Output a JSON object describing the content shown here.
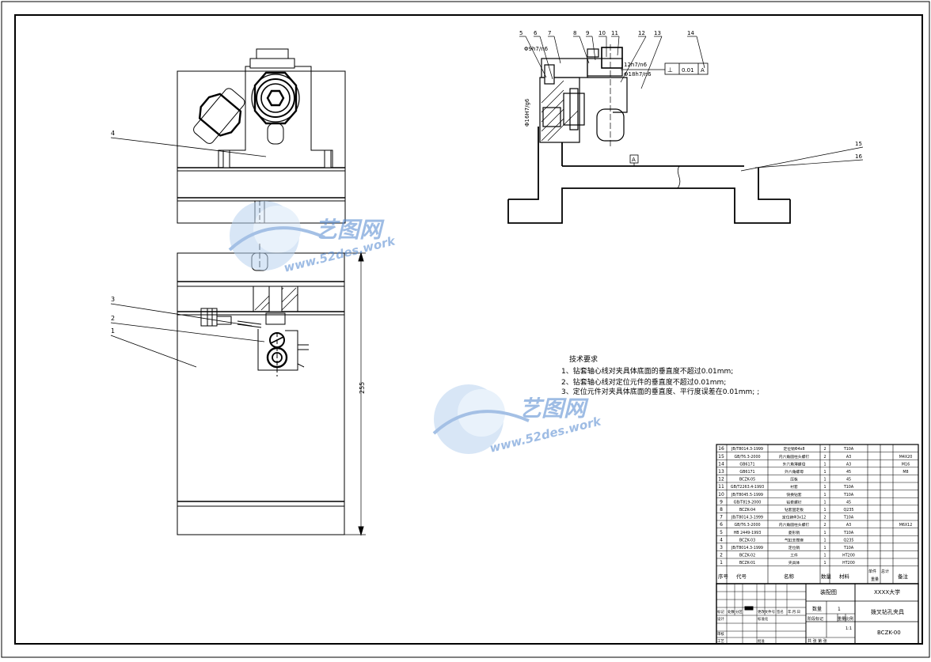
{
  "callouts_top": [
    "5",
    "6",
    "7",
    "8",
    "9",
    "10",
    "11",
    "12",
    "13",
    "14"
  ],
  "callouts_left": [
    "4",
    "3",
    "2",
    "1"
  ],
  "callouts_right": [
    "15",
    "16"
  ],
  "fits": [
    "Φ9h7/n6",
    "12h7/n6",
    "Φ18h7/n6",
    "Φ16H7/g6"
  ],
  "tolerance": {
    "symbol": "⊥",
    "value": "0.01",
    "datum": "A"
  },
  "datum_label": "A",
  "dimension_255": "255",
  "tech": {
    "title": "技术要求",
    "lines": [
      "1、钻套轴心线对夹具体底面的垂直度不超过0.01mm;",
      "2、钻套轴心线对定位元件的垂直度不超过0.01mm;",
      "3、定位元件对夹具体底面的垂直度、平行度误差在0.01mm; ;"
    ]
  },
  "watermark": {
    "brand": "艺图网",
    "url": "www.52des.work"
  },
  "bom": {
    "rows": [
      {
        "no": "16",
        "code": "JB/T8014.3-1999",
        "name": "定位销Φ4x8",
        "qty": "2",
        "mat": "T10A",
        "note": ""
      },
      {
        "no": "15",
        "code": "GB/T6.3-2000",
        "name": "内六角圆柱头螺钉",
        "qty": "2",
        "mat": "A3",
        "note": "M4X20"
      },
      {
        "no": "14",
        "code": "GB6171",
        "name": "外六角薄螺母",
        "qty": "1",
        "mat": "A3",
        "note": "M16"
      },
      {
        "no": "13",
        "code": "GB6171",
        "name": "外六角螺母",
        "qty": "1",
        "mat": "45",
        "note": "M8"
      },
      {
        "no": "12",
        "code": "BCZK-05",
        "name": "压板",
        "qty": "1",
        "mat": "45",
        "note": ""
      },
      {
        "no": "11",
        "code": "GB/T2263.4-1993",
        "name": "衬套",
        "qty": "1",
        "mat": "T10A",
        "note": ""
      },
      {
        "no": "10",
        "code": "JB/T8045.5-1999",
        "name": "快换钻套",
        "qty": "1",
        "mat": "T10A",
        "note": ""
      },
      {
        "no": "9",
        "code": "GB/T819-2000",
        "name": "钻套螺钉",
        "qty": "1",
        "mat": "45",
        "note": ""
      },
      {
        "no": "8",
        "code": "BCZK-04",
        "name": "钻套固定板",
        "qty": "1",
        "mat": "Q235",
        "note": ""
      },
      {
        "no": "7",
        "code": "JB/T8014.3-1999",
        "name": "定位销Φ3x12",
        "qty": "2",
        "mat": "T10A",
        "note": ""
      },
      {
        "no": "6",
        "code": "GB/T6.3-2000",
        "name": "内六角圆柱头螺钉",
        "qty": "2",
        "mat": "A3",
        "note": "M6X12"
      },
      {
        "no": "5",
        "code": "HB 2449-1993",
        "name": "菱形销",
        "qty": "1",
        "mat": "T10A",
        "note": ""
      },
      {
        "no": "4",
        "code": "BCZK-03",
        "name": "气缸支撑座",
        "qty": "1",
        "mat": "Q235",
        "note": ""
      },
      {
        "no": "3",
        "code": "JB/T8014.3-1999",
        "name": "定位销",
        "qty": "1",
        "mat": "T10A",
        "note": ""
      },
      {
        "no": "2",
        "code": "BCZK-02",
        "name": "工件",
        "qty": "1",
        "mat": "HT200",
        "note": ""
      },
      {
        "no": "1",
        "code": "BCZK-01",
        "name": "夹具体",
        "qty": "1",
        "mat": "HT200",
        "note": ""
      }
    ],
    "header": {
      "no": "序号",
      "code": "代号",
      "name": "名称",
      "qty": "数量",
      "mat": "材料",
      "unit": "单件",
      "total": "总计",
      "weight": "重量",
      "note": "备注"
    }
  },
  "title_block": {
    "drawing_type": "装配图",
    "school": "XXXX大学",
    "qty_label": "数量",
    "qty_value": "1",
    "title": "拨叉钻孔夹具",
    "stage_label": "阶段标记",
    "weight_label": "重量",
    "scale_label": "比例",
    "scale_value": "1:1",
    "drawing_no": "BCZK-00",
    "sheet_label": "共 张 第 张",
    "labels": [
      "标记",
      "处数",
      "分区",
      "更改文件号",
      "签名",
      "年.月.日",
      "设计",
      "标准化",
      "审核",
      "工艺",
      "批准"
    ]
  }
}
